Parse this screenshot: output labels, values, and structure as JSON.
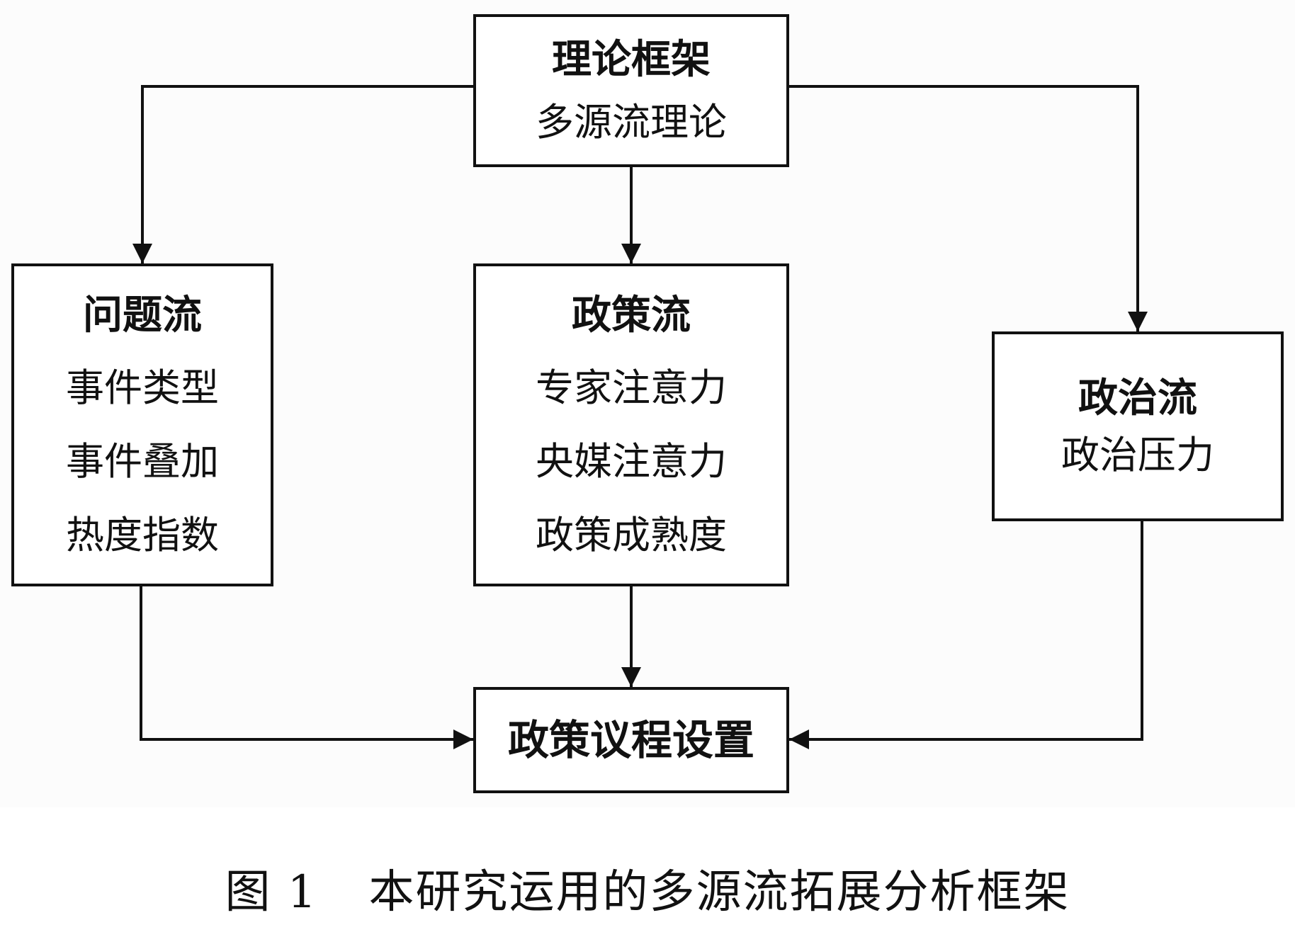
{
  "theory": {
    "title": "理论框架",
    "item": "多源流理论"
  },
  "problem_stream": {
    "title": "问题流",
    "items": [
      "事件类型",
      "事件叠加",
      "热度指数"
    ]
  },
  "policy_stream": {
    "title": "政策流",
    "items": [
      "专家注意力",
      "央媒注意力",
      "政策成熟度"
    ]
  },
  "politics_stream": {
    "title": "政治流",
    "item": "政治压力"
  },
  "agenda": {
    "title": "政策议程设置"
  },
  "caption": {
    "label": "图 1",
    "text": "本研究运用的多源流拓展分析框架"
  }
}
